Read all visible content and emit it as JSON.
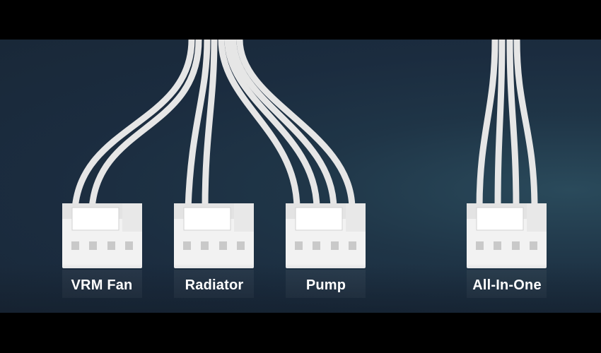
{
  "connectors": [
    {
      "id": "vrm-fan",
      "label": "VRM Fan"
    },
    {
      "id": "radiator",
      "label": "Radiator"
    },
    {
      "id": "pump",
      "label": "Pump"
    },
    {
      "id": "aio",
      "label": "All-In-One"
    }
  ],
  "colors": {
    "background": "#1c2d40",
    "cable": "#eaeaea",
    "connector": "#f2f2f2"
  }
}
